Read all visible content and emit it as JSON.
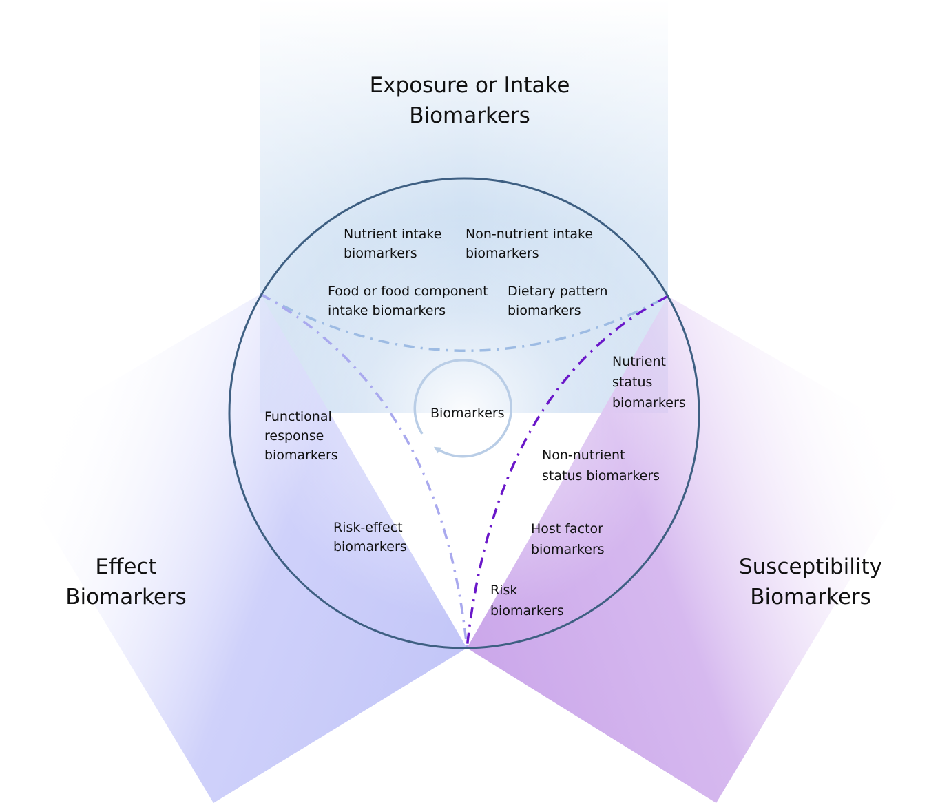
{
  "diagram": {
    "title_center": "Biomarkers",
    "categories": {
      "exposure": {
        "label": "Exposure or Intake\nBiomarkers",
        "color": "#c4d8ef"
      },
      "effect": {
        "label": "Effect\nBiomarkers",
        "color": "#c5c8f7"
      },
      "susceptibility": {
        "label": "Susceptibility\nBiomarkers",
        "color": "#cfa9ea"
      }
    },
    "subtypes": {
      "nutrient_intake": "Nutrient intake\nbiomarkers",
      "non_nutrient_intake": "Non-nutrient intake\nbiomarkers",
      "food_component_intake": "Food or food component\nintake biomarkers",
      "dietary_pattern": "Dietary pattern\nbiomarkers",
      "functional_response": "Functional\nresponse\nbiomarkers",
      "risk_effect": "Risk-effect\nbiomarkers",
      "nutrient_status": "Nutrient\nstatus\nbiomarkers",
      "non_nutrient_status": "Non-nutrient\nstatus biomarkers",
      "host_factor": "Host factor\nbiomarkers",
      "risk": "Risk\nbiomarkers"
    },
    "colors": {
      "outer_circle": "#3e5f82",
      "divider_exposure": "#9dbbe3",
      "divider_effect": "#a9a9ee",
      "divider_susceptibility": "#6a17c9",
      "cycle_arrow": "#b9cde6"
    }
  }
}
